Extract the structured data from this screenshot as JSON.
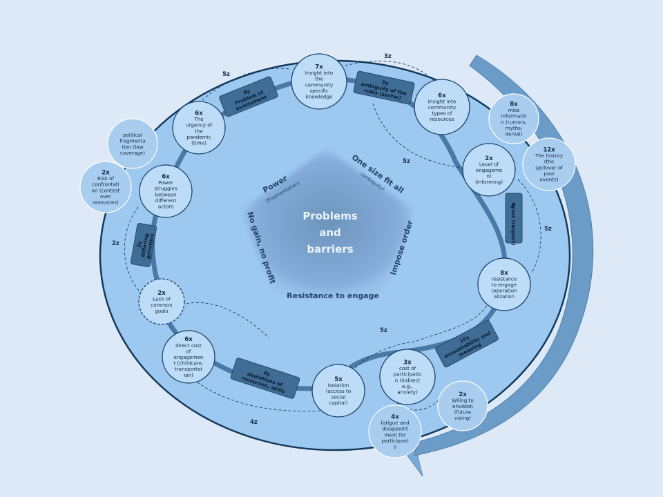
{
  "center": {
    "title_line1": "Problems",
    "title_line2": "and",
    "title_line3": "barriers"
  },
  "pentagon_labels": [
    {
      "main": "Power",
      "sub": "(fragmentation)"
    },
    {
      "main": "One size fit all",
      "sub": "(ambiguity)"
    },
    {
      "main": "Impose order",
      "sub": ""
    },
    {
      "main": "Resistance to engage",
      "sub": ""
    },
    {
      "main": "No gain, no profit",
      "sub": ""
    }
  ],
  "nodes": [
    {
      "id": "insight-knowledge",
      "num": "7x",
      "lines": [
        "Insight into",
        "the",
        "community",
        "specific",
        "knowledge"
      ]
    },
    {
      "id": "insight-resources",
      "num": "6x",
      "lines": [
        "Insight into",
        "community",
        "types of",
        "resources"
      ]
    },
    {
      "id": "level-engagement",
      "num": "2x",
      "lines": [
        "Level of",
        "engageme",
        "nt",
        "(informing)"
      ]
    },
    {
      "id": "resistance-engage",
      "num": "8x",
      "lines": [
        "resistance",
        "to engage",
        "(operation",
        "alization"
      ]
    },
    {
      "id": "cost-participation",
      "num": "3x",
      "lines": [
        "cost of",
        "participatio",
        "n (indirect",
        "e.g.,",
        "anxiety)"
      ]
    },
    {
      "id": "isolation",
      "num": "5x",
      "lines": [
        "Isolation",
        "(access to",
        "social",
        "capital)"
      ]
    },
    {
      "id": "direct-cost",
      "num": "6x",
      "lines": [
        "direct cost",
        "of",
        "engagemen",
        "t (childcare,",
        "transportat",
        "ion)"
      ]
    },
    {
      "id": "lack-goals",
      "num": "2x",
      "lines": [
        "Lack of",
        "common",
        "goals"
      ]
    },
    {
      "id": "power-struggles",
      "num": "6x",
      "lines": [
        "Power",
        "struggles",
        "between",
        "different",
        "actors"
      ]
    },
    {
      "id": "urgency",
      "num": "6x",
      "lines": [
        "The",
        "urgency of",
        "the",
        "pandemic",
        "(time)"
      ]
    }
  ],
  "outer_nodes": [
    {
      "id": "political",
      "num": "",
      "lines": [
        "political",
        "fragmenta",
        "tion (low",
        "coverage)"
      ]
    },
    {
      "id": "risk-confrontation",
      "num": "2x",
      "lines": [
        "Risk of",
        "confrontati",
        "on (contest",
        "over",
        "resources)"
      ]
    },
    {
      "id": "misinformation",
      "num": "8x",
      "lines": [
        "miss",
        "informatio",
        "n (rumors,",
        "myths,",
        "denial)"
      ]
    },
    {
      "id": "history",
      "num": "12x",
      "lines": [
        "The history",
        "(the",
        "spillover of",
        "past",
        "events)"
      ]
    },
    {
      "id": "willing-envision",
      "num": "2x",
      "lines": [
        "Wiling to",
        "envision",
        "(future",
        "vising)"
      ]
    },
    {
      "id": "fatigue",
      "num": "4x",
      "lines": [
        "fatigue and",
        "disappoint",
        "ment for",
        "participant",
        "s"
      ]
    }
  ],
  "badges": [
    {
      "id": "problem-assessment",
      "num": "4y",
      "lines": [
        "Problem of",
        "assessment"
      ]
    },
    {
      "id": "ambiguity-roles",
      "num": "3y",
      "lines": [
        "ambiguity of the",
        "roles (sector)"
      ]
    },
    {
      "id": "trust",
      "num": "6y",
      "lines": [
        "trust (respect)"
      ]
    },
    {
      "id": "accountability",
      "num": "10y",
      "lines": [
        "accountability and",
        "meaning"
      ]
    },
    {
      "id": "depletion",
      "num": "4y",
      "lines": [
        "depletions of",
        "recourses, skills"
      ]
    },
    {
      "id": "differing-priorities",
      "num": "2y",
      "lines": [
        "differing",
        "priorities"
      ]
    }
  ],
  "z_labels": [
    "5z",
    "3z",
    "5z",
    "5z",
    "5z",
    "4z",
    "2z"
  ]
}
